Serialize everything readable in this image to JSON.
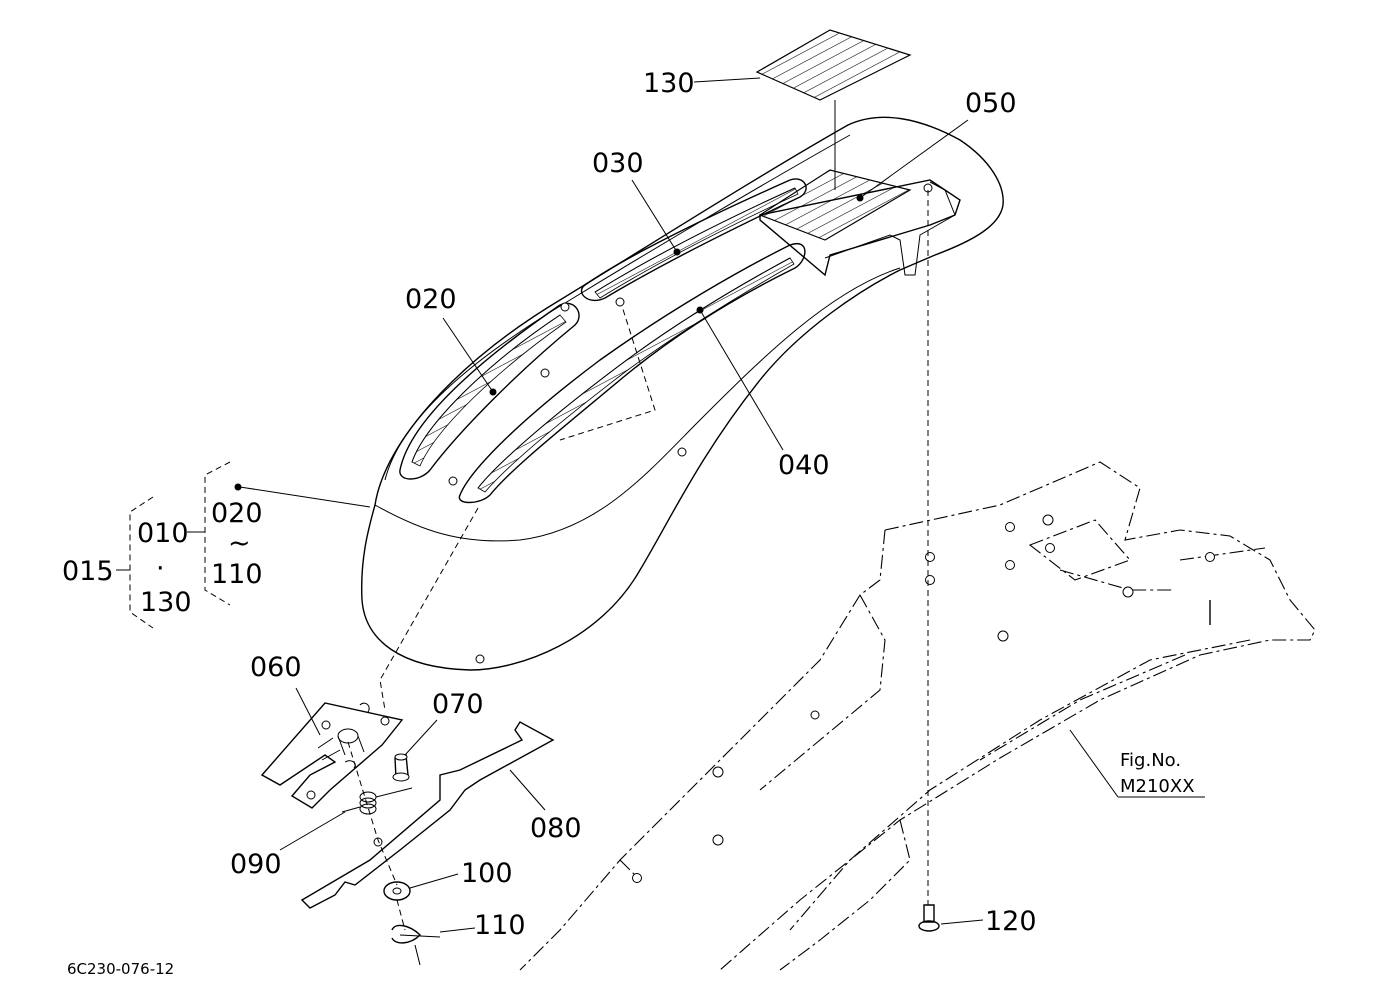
{
  "labels": {
    "p010": "010",
    "p015": "015",
    "p020": "020",
    "p020_range_start": "020",
    "range_sep": "~",
    "p110_range_end": "110",
    "dot_sep": "·",
    "p130_group": "130",
    "p030": "030",
    "p040": "040",
    "p050": "050",
    "p060": "060",
    "p070": "070",
    "p080": "080",
    "p090": "090",
    "p100": "100",
    "p110": "110",
    "p120": "120",
    "p130": "130"
  },
  "figure_ref": {
    "line1": "Fig.No.",
    "line2": "M210XX"
  },
  "drawing_code": "6C230-076-12"
}
